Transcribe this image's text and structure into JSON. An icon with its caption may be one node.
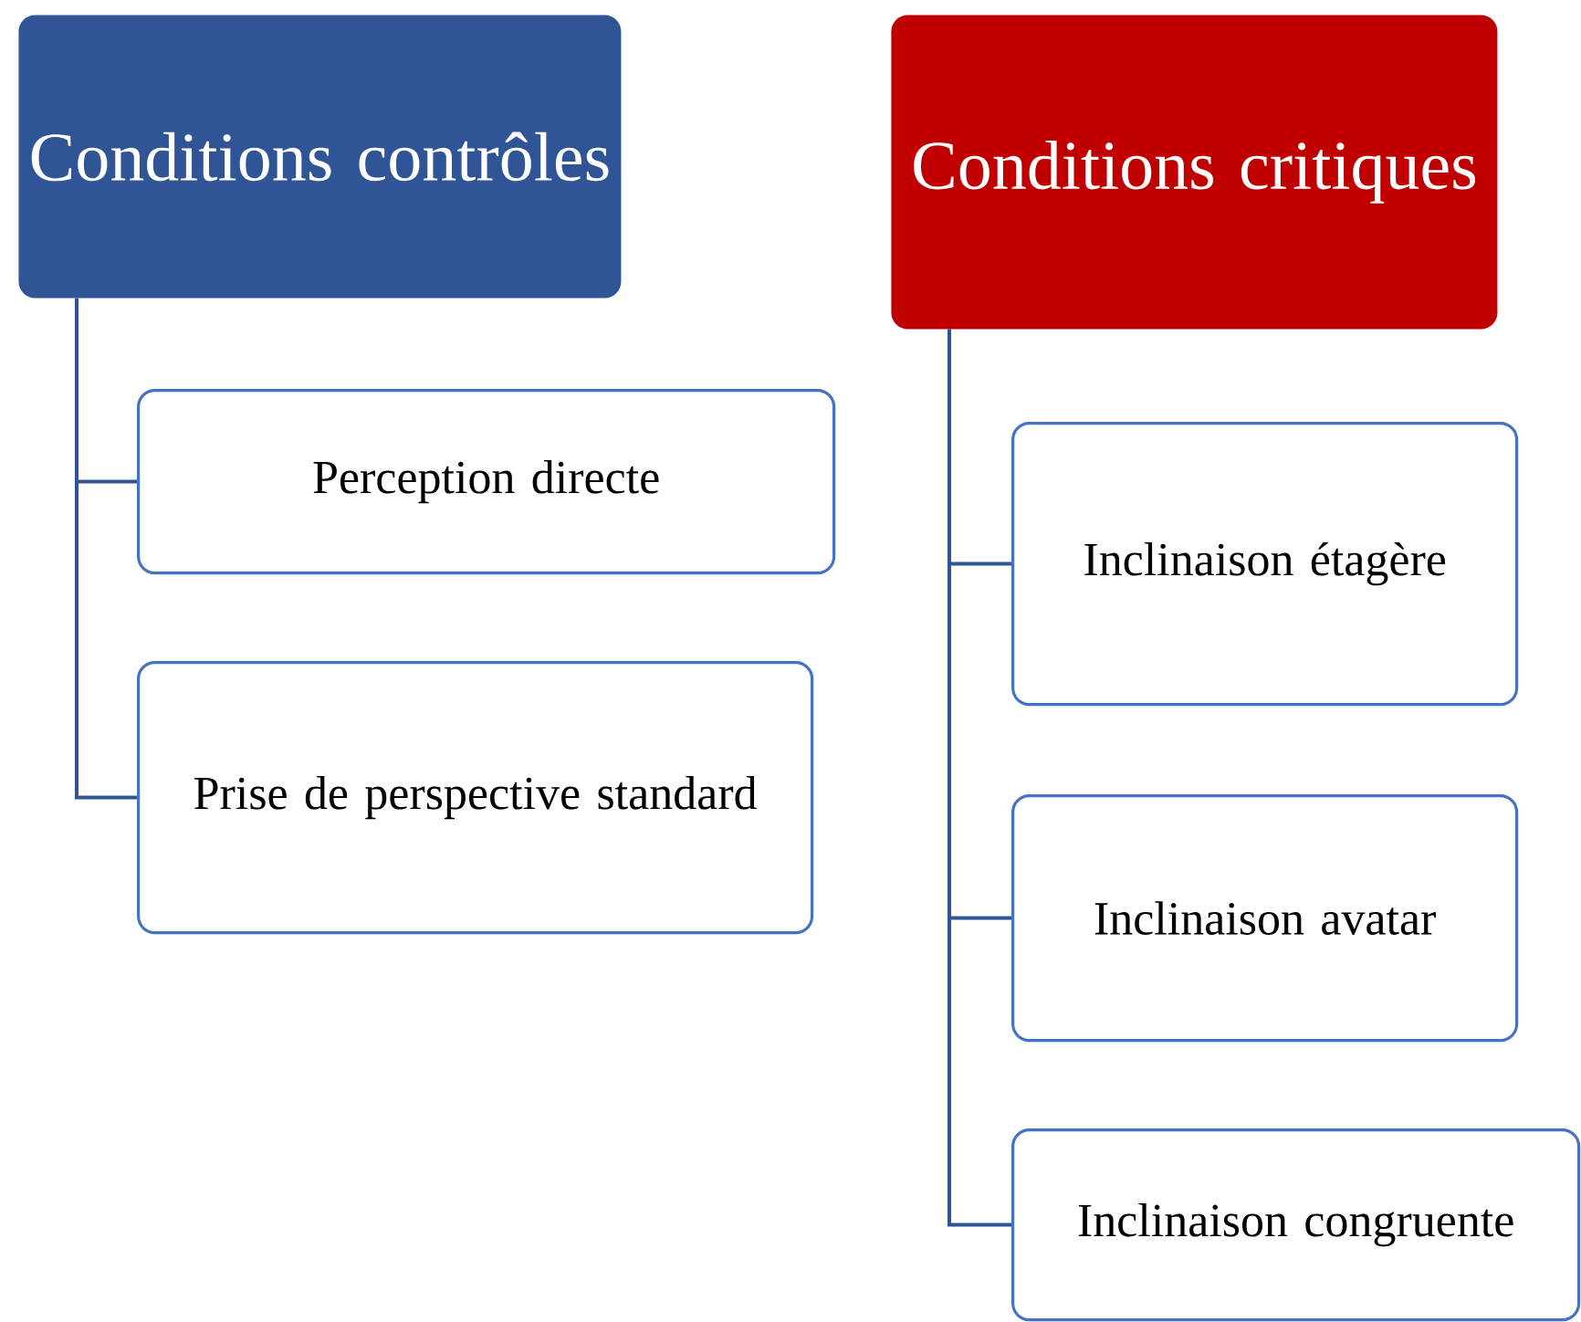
{
  "diagram": {
    "nodes": [
      {
        "text": [
          "Conditions contrôles"
        ]
      },
      {
        "text": [
          "Perception directe"
        ]
      },
      {
        "text": [
          "Prise de perspective standard"
        ]
      },
      {
        "text": [
          "Conditions critiques"
        ]
      },
      {
        "text": [
          "Inclinaison étagère"
        ]
      },
      {
        "text": [
          "Inclinaison avatar"
        ]
      },
      {
        "text": [
          "Inclinaison congruente"
        ]
      }
    ],
    "edges": [
      {
        "from": 0,
        "to": 1,
        "arrow": "none"
      },
      {
        "from": 0,
        "to": 2,
        "arrow": "none"
      },
      {
        "from": 3,
        "to": 4,
        "arrow": "none"
      },
      {
        "from": 3,
        "to": 5,
        "arrow": "none"
      },
      {
        "from": 3,
        "to": 6,
        "arrow": "none"
      }
    ]
  }
}
